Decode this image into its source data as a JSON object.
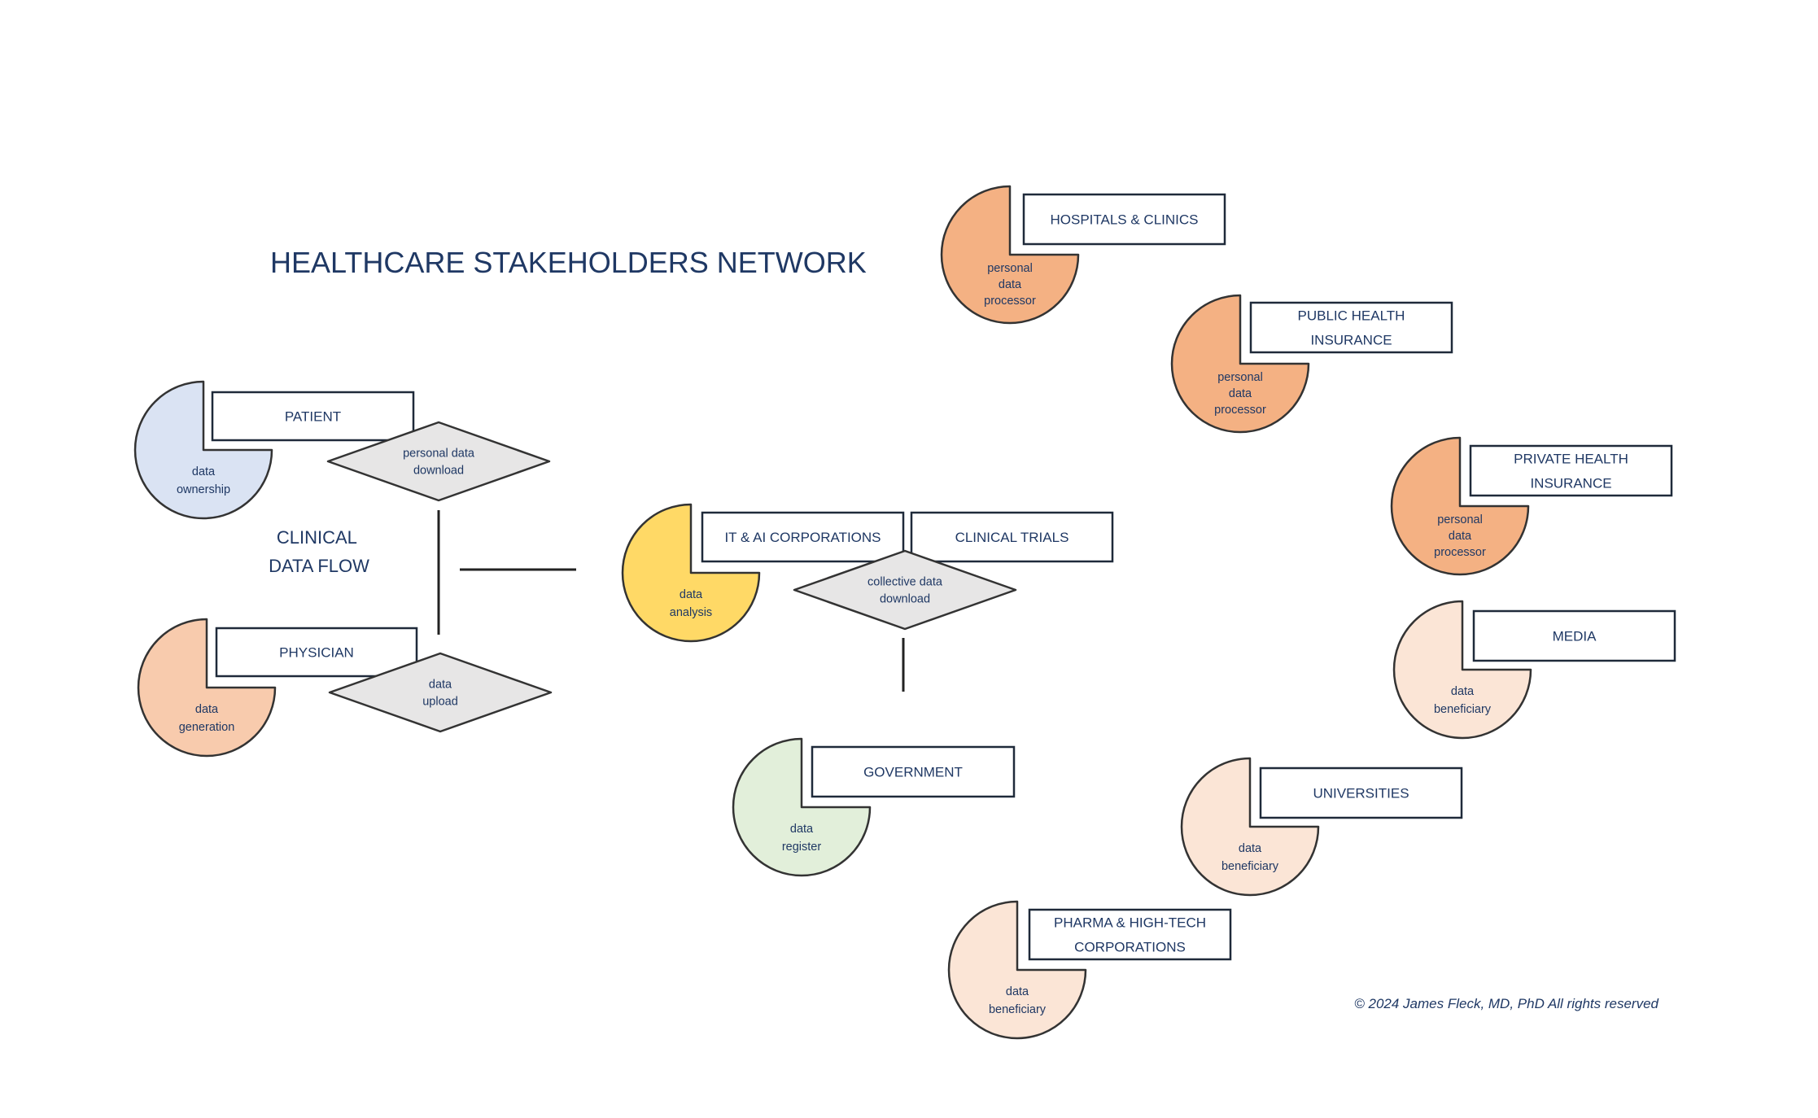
{
  "title": "HEALTHCARE STAKEHOLDERS NETWORK",
  "center_label": [
    "CLINICAL",
    "DATA FLOW"
  ],
  "copyright": "© 2024 James Fleck, MD, PhD  All rights reserved",
  "colors": {
    "text": "#1f3864",
    "outline": "#333333",
    "patient": "#dae3f3",
    "physician": "#f8cbad",
    "analysis": "#ffd966",
    "government": "#e2efda",
    "processor": "#f4b183",
    "beneficiary": "#fbe5d6",
    "diamond": "#e7e6e6"
  },
  "stakeholders": [
    {
      "id": "patient",
      "label": [
        "PATIENT"
      ],
      "role": [
        "data",
        "ownership"
      ],
      "color_key": "patient"
    },
    {
      "id": "physician",
      "label": [
        "PHYSICIAN"
      ],
      "role": [
        "data",
        "generation"
      ],
      "color_key": "physician"
    },
    {
      "id": "it-ai",
      "label": [
        "IT & AI CORPORATIONS"
      ],
      "role": [
        "data",
        "analysis"
      ],
      "color_key": "analysis"
    },
    {
      "id": "clinical-trials",
      "label": [
        "CLINICAL TRIALS"
      ],
      "role": [],
      "color_key": null
    },
    {
      "id": "government",
      "label": [
        "GOVERNMENT"
      ],
      "role": [
        "data",
        "register"
      ],
      "color_key": "government"
    },
    {
      "id": "hospitals",
      "label": [
        "HOSPITALS & CLINICS"
      ],
      "role": [
        "personal",
        "data",
        "processor"
      ],
      "color_key": "processor"
    },
    {
      "id": "public-insurance",
      "label": [
        "PUBLIC HEALTH",
        "INSURANCE"
      ],
      "role": [
        "personal",
        "data",
        "processor"
      ],
      "color_key": "processor"
    },
    {
      "id": "private-insurance",
      "label": [
        "PRIVATE HEALTH",
        "INSURANCE"
      ],
      "role": [
        "personal",
        "data",
        "processor"
      ],
      "color_key": "processor"
    },
    {
      "id": "media",
      "label": [
        "MEDIA"
      ],
      "role": [
        "data",
        "beneficiary"
      ],
      "color_key": "beneficiary"
    },
    {
      "id": "universities",
      "label": [
        "UNIVERSITIES"
      ],
      "role": [
        "data",
        "beneficiary"
      ],
      "color_key": "beneficiary"
    },
    {
      "id": "pharma",
      "label": [
        "PHARMA & HIGH-TECH",
        "CORPORATIONS"
      ],
      "role": [
        "data",
        "beneficiary"
      ],
      "color_key": "beneficiary"
    }
  ],
  "flows": [
    {
      "id": "personal-download",
      "label": [
        "personal data",
        "download"
      ]
    },
    {
      "id": "data-upload",
      "label": [
        "data",
        "upload"
      ]
    },
    {
      "id": "collective-download",
      "label": [
        "collective data",
        "download"
      ]
    }
  ]
}
